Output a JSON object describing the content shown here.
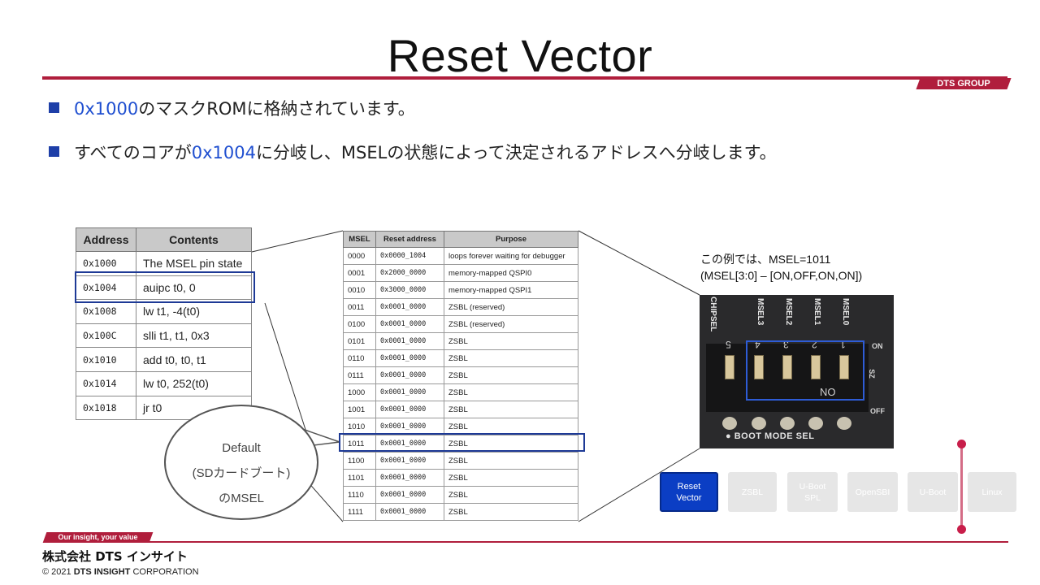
{
  "slide": {
    "title": "Reset Vector",
    "brand_tag": "DTS GROUP",
    "bullets": [
      {
        "hl": "0x1000",
        "rest": "のマスクROMに格納されています。"
      },
      {
        "pre": "すべてのコアが",
        "hl": "0x1004",
        "rest": "に分岐し、MSELの状態によって決定されるアドレスへ分岐します。"
      }
    ]
  },
  "address_table": {
    "headers": [
      "Address",
      "Contents"
    ],
    "rows": [
      [
        "0x1000",
        "The MSEL pin state"
      ],
      [
        "0x1004",
        "auipc t0, 0"
      ],
      [
        "0x1008",
        "lw t1, -4(t0)"
      ],
      [
        "0x100C",
        "slli t1, t1, 0x3"
      ],
      [
        "0x1010",
        "add t0, t0, t1"
      ],
      [
        "0x1014",
        "lw t0, 252(t0)"
      ],
      [
        "0x1018",
        "jr t0"
      ]
    ]
  },
  "msel_table": {
    "headers": [
      "MSEL",
      "Reset address",
      "Purpose"
    ],
    "rows": [
      [
        "0000",
        "0x0000_1004",
        "loops forever waiting for debugger"
      ],
      [
        "0001",
        "0x2000_0000",
        "memory-mapped QSPI0"
      ],
      [
        "0010",
        "0x3000_0000",
        "memory-mapped QSPI1"
      ],
      [
        "0011",
        "0x0001_0000",
        "ZSBL (reserved)"
      ],
      [
        "0100",
        "0x0001_0000",
        "ZSBL (reserved)"
      ],
      [
        "0101",
        "0x0001_0000",
        "ZSBL"
      ],
      [
        "0110",
        "0x0001_0000",
        "ZSBL"
      ],
      [
        "0111",
        "0x0001_0000",
        "ZSBL"
      ],
      [
        "1000",
        "0x0001_0000",
        "ZSBL"
      ],
      [
        "1001",
        "0x0001_0000",
        "ZSBL"
      ],
      [
        "1010",
        "0x0001_0000",
        "ZSBL"
      ],
      [
        "1011",
        "0x0001_0000",
        "ZSBL"
      ],
      [
        "1100",
        "0x0001_0000",
        "ZSBL"
      ],
      [
        "1101",
        "0x0001_0000",
        "ZSBL"
      ],
      [
        "1110",
        "0x0001_0000",
        "ZSBL"
      ],
      [
        "1111",
        "0x0001_0000",
        "ZSBL"
      ]
    ]
  },
  "callout": {
    "line1": "Default",
    "line2": "(SDカードブート)",
    "line3": "のMSEL"
  },
  "example": {
    "line1": "この例では、MSEL=1011",
    "line2": "(MSEL[3:0] – [ON,OFF,ON,ON])"
  },
  "photo": {
    "top_labels": [
      "CHIPSEL",
      "MSEL3",
      "MSEL2",
      "MSEL1",
      "MSEL0"
    ],
    "switch_numbers": [
      "5",
      "4",
      "3",
      "2",
      "1"
    ],
    "on_label": "ON",
    "side_on": "ON",
    "side_off": "OFF",
    "side_sz": "SZ",
    "bottom_label": "● BOOT MODE SEL"
  },
  "boot_flow": {
    "stages": [
      {
        "line1": "Reset",
        "line2": "Vector",
        "active": true
      },
      {
        "line1": "ZSBL",
        "line2": "",
        "active": false
      },
      {
        "line1": "U-Boot",
        "line2": "SPL",
        "active": false
      },
      {
        "line1": "OpenSBI",
        "line2": "",
        "active": false
      },
      {
        "line1": "U-Boot",
        "line2": "",
        "active": false
      },
      {
        "line1": "Linux",
        "line2": "",
        "active": false
      }
    ]
  },
  "footer": {
    "tagline": "Our insight, your value",
    "company": "株式会社 DTS インサイト",
    "copyright_year": "© 2021",
    "copyright_name": "DTS INSIGHT",
    "copyright_suffix": "CORPORATION"
  }
}
